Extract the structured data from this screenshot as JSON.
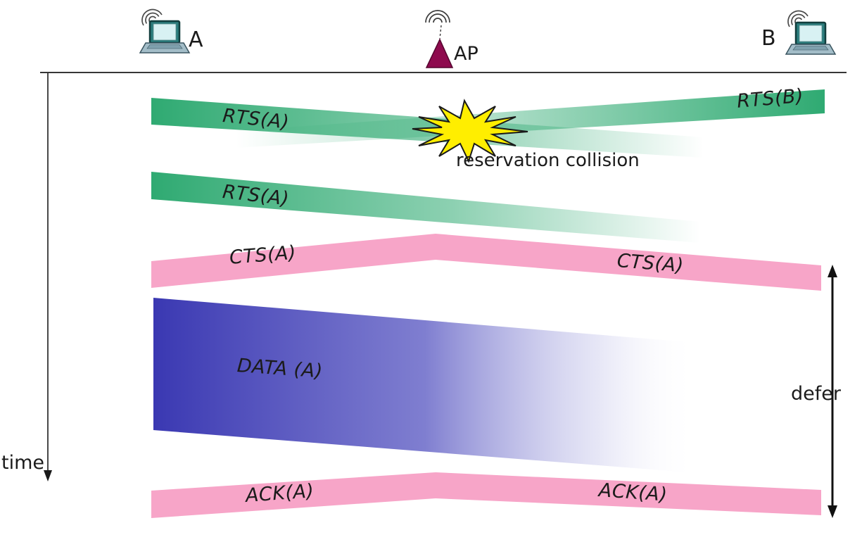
{
  "nodes": {
    "a_label": "A",
    "ap_label": "AP",
    "b_label": "B"
  },
  "labels": {
    "rts_a_1": "RTS(A)",
    "rts_b": "RTS(B)",
    "collision": "reservation collision",
    "rts_a_2": "RTS(A)",
    "cts_a_left": "CTS(A)",
    "cts_a_right": "CTS(A)",
    "data_a": "DATA (A)",
    "ack_a_left": "ACK(A)",
    "ack_a_right": "ACK(A)",
    "time": "time",
    "defer": "defer"
  },
  "icons": {
    "a": "laptop-icon",
    "b": "laptop-icon",
    "ap": "antenna-tower-icon",
    "collision": "starburst-icon",
    "waves": "wifi-waves-icon"
  },
  "colors": {
    "green": "#2faa72",
    "pink": "#f7a5c8",
    "blue_dark": "#3a38b2",
    "blue_mid": "#7473cc",
    "blue_light": "#c9c9ec",
    "white": "#ffffff",
    "star_yellow": "#ffee00",
    "ap_magenta": "#8e0a4e",
    "ink": "#1a1a1a"
  }
}
